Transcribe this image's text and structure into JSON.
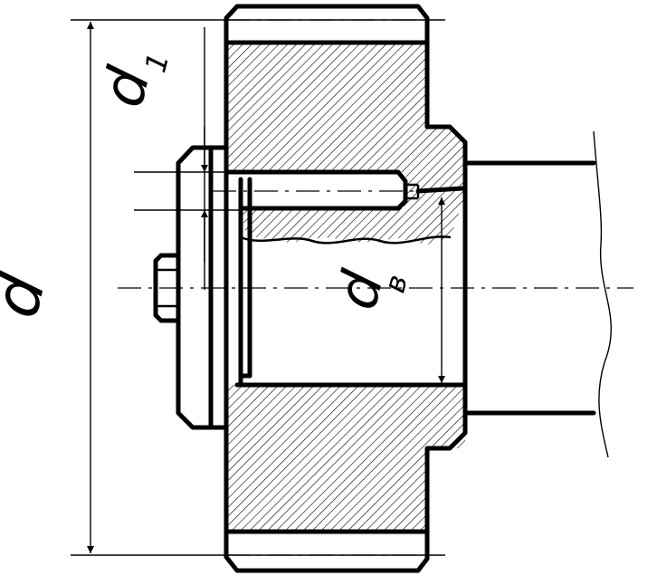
{
  "labels": {
    "d": "d",
    "d1_main": "d",
    "d1_sub": "1",
    "dv_main": "d",
    "dv_sub": "в"
  },
  "colors": {
    "line": "#000000",
    "background": "#ffffff",
    "hatch": "#000000"
  }
}
